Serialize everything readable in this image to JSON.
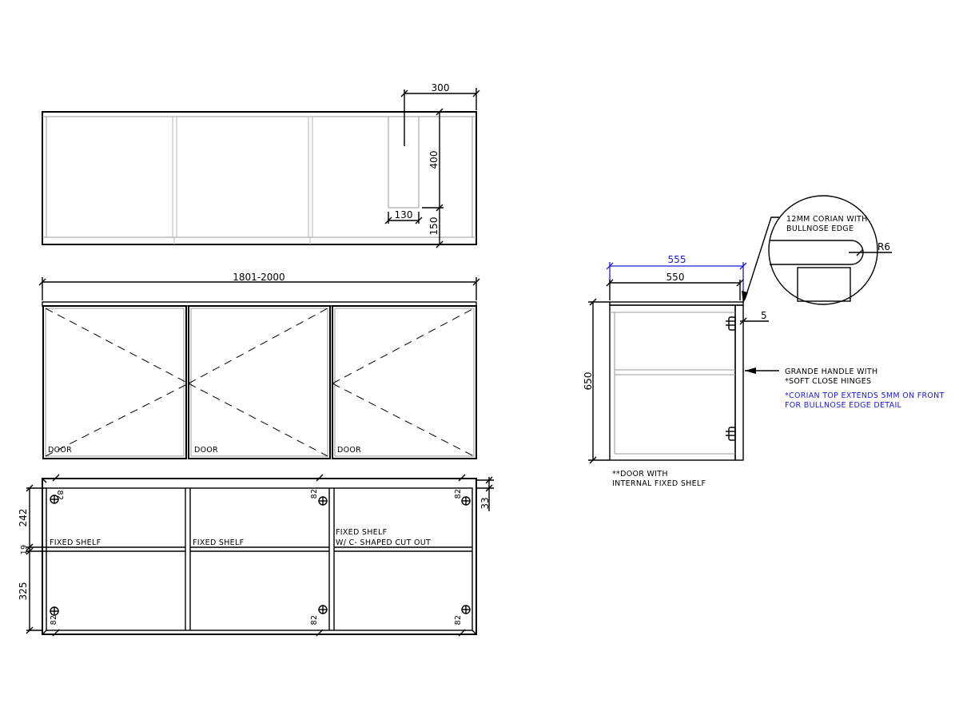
{
  "plan_view": {
    "dim_cutout_offset": "300",
    "dim_cutout_depth": "400",
    "dim_cutout_width": "130",
    "dim_cutout_from_back": "150"
  },
  "front_view": {
    "dim_overall_width": "1801-2000",
    "doors": [
      {
        "label": "DOOR"
      },
      {
        "label": "DOOR"
      },
      {
        "label": "DOOR"
      }
    ]
  },
  "interior_view": {
    "dim_upper": "242",
    "dim_shelf": "19",
    "dim_lower": "325",
    "dim_top_rail": "33",
    "dim_hinge_offset": "82",
    "shelves": [
      {
        "line1": "FIXED SHELF",
        "line2": ""
      },
      {
        "line1": "FIXED SHELF",
        "line2": ""
      },
      {
        "line1": "FIXED SHELF",
        "line2": "W/ C- SHAPED CUT OUT"
      }
    ]
  },
  "side_view": {
    "dim_top_depth": "555",
    "dim_carcass_depth": "550",
    "dim_height": "650",
    "dim_overhang": "5",
    "note_door": [
      "**DOOR WITH",
      "INTERNAL FIXED SHELF"
    ],
    "note_handle": [
      "GRANDE HANDLE WITH",
      "*SOFT CLOSE HINGES"
    ],
    "note_corian": [
      "*CORIAN TOP EXTENDS 5MM ON FRONT",
      "FOR BULLNOSE EDGE DETAIL"
    ]
  },
  "detail_callout": {
    "label": [
      "12MM CORIAN WITH",
      "BULLNOSE EDGE"
    ],
    "radius": "R6"
  },
  "colors": {
    "line": "#000000",
    "secondary_line": "#9a9a9a",
    "annotation_blue": "#1a1adb",
    "background": "#ffffff"
  }
}
